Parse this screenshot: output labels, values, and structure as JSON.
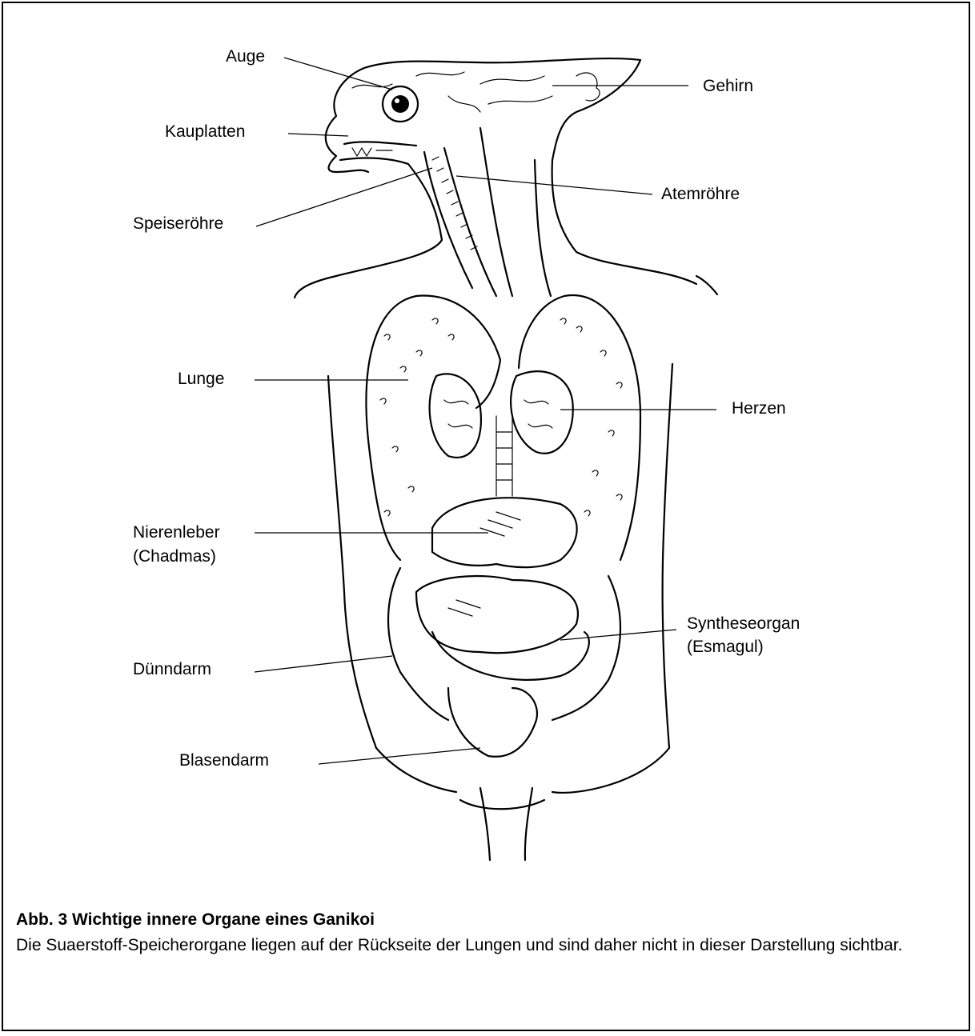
{
  "labels": {
    "auge": "Auge",
    "gehirn": "Gehirn",
    "kauplatten": "Kauplatten",
    "atemroehre": "Atemröhre",
    "speiseroehre": "Speiseröhre",
    "lunge": "Lunge",
    "herzen": "Herzen",
    "nierenleber_1": "Nierenleber",
    "nierenleber_2": "(Chadmas)",
    "syntheseorgan_1": "Syntheseorgan",
    "syntheseorgan_2": "(Esmagul)",
    "duenndarm": "Dünndarm",
    "blasendarm": "Blasendarm"
  },
  "caption": {
    "title": "Abb. 3  Wichtige innere Organe eines Ganikoi",
    "text": "Die Suaerstoff-Speicherorgane liegen auf der Rückseite der Lungen und sind daher nicht in dieser Darstellung sichtbar."
  }
}
